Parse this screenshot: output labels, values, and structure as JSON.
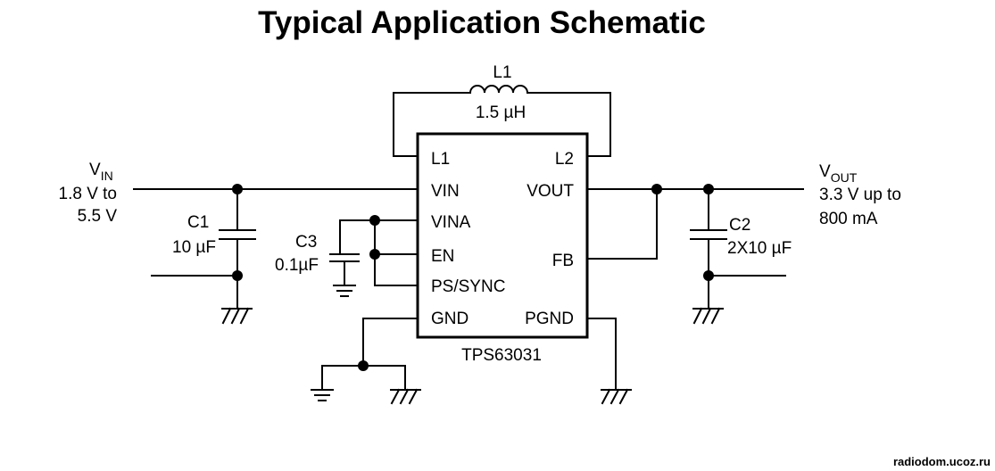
{
  "title": "Typical Application Schematic",
  "ic": {
    "part": "TPS63031",
    "pins_left": [
      "L1",
      "VIN",
      "VINA",
      "EN",
      "PS/SYNC",
      "GND"
    ],
    "pins_right": [
      "L2",
      "VOUT",
      "FB",
      "PGND"
    ]
  },
  "inductor": {
    "ref": "L1",
    "value": "1.5 µH"
  },
  "c1": {
    "ref": "C1",
    "value": "10 µF"
  },
  "c2": {
    "ref": "C2",
    "value": "2X10 µF"
  },
  "c3": {
    "ref": "C3",
    "value": "0.1µF"
  },
  "vin": {
    "symbol": "V",
    "subscript": "IN",
    "range_line1": "1.8 V to",
    "range_line2": "5.5 V"
  },
  "vout": {
    "symbol": "V",
    "subscript": "OUT",
    "spec_line1": "3.3 V up to",
    "spec_line2": "800 mA"
  },
  "watermark": "radiodom.ucoz.ru"
}
